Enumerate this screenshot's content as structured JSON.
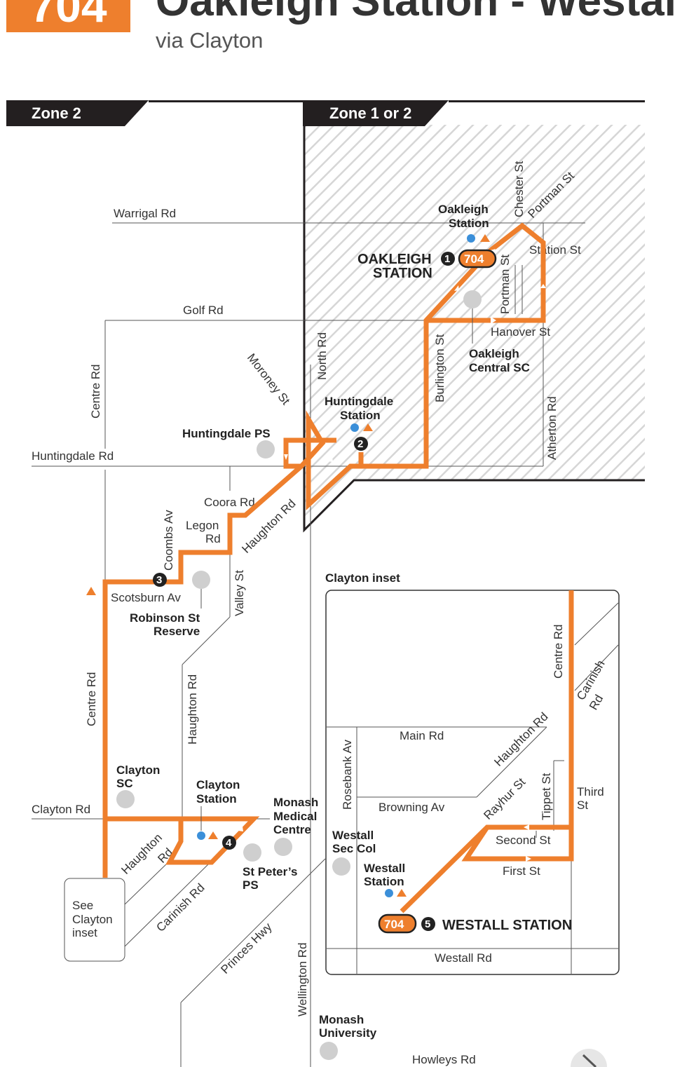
{
  "header": {
    "route_number": "704",
    "title": "Oakleigh Station - Westall Station",
    "subtitle": "via Clayton"
  },
  "zones": {
    "left": "Zone 2",
    "right": "Zone 1 or 2"
  },
  "colors": {
    "route": "#ee7f2d",
    "zone_bar": "#231f20",
    "poi": "#cfcfcf",
    "train": "#3b8fd9"
  },
  "roads": {
    "warrigal": "Warrigal Rd",
    "golf": "Golf Rd",
    "centre_north": "Centre Rd",
    "moroney": "Moroney St",
    "north": "North Rd",
    "burlington": "Burlington St",
    "chester": "Chester St",
    "portman_top": "Portman St",
    "station_st": "Station St",
    "portman_side": "Portman St",
    "hanover": "Hanover St",
    "atherton": "Atherton Rd",
    "huntingdale": "Huntingdale Rd",
    "coora": "Coora Rd",
    "legon": "Legon Rd",
    "coombs": "Coombs Av",
    "haughton_upper": "Haughton Rd",
    "scotsburn": "Scotsburn Av",
    "valley": "Valley St",
    "centre_mid": "Centre Rd",
    "haughton_mid": "Haughton Rd",
    "clayton": "Clayton Rd",
    "haughton_lower": "Haughton Rd",
    "carinish_lower": "Carinish Rd",
    "princes": "Princes Hwy",
    "wellington": "Wellington Rd",
    "howleys": "Howleys Rd"
  },
  "places": {
    "oakleigh_station": "Oakleigh Station",
    "oakleigh_central": "Oakleigh Central SC",
    "huntingdale_station": "Huntingdale Station",
    "huntingdale_ps": "Huntingdale PS",
    "robinson_reserve": "Robinson St Reserve",
    "clayton_sc": "Clayton SC",
    "clayton_station": "Clayton Station",
    "monash_medical": "Monash Medical Centre",
    "st_peters": "St Peter’s PS",
    "monash_uni": "Monash University",
    "see_inset": "See Clayton inset"
  },
  "stops": [
    {
      "num": "1",
      "name": "OAKLEIGH STATION",
      "badge": "704"
    },
    {
      "num": "2"
    },
    {
      "num": "3"
    },
    {
      "num": "4"
    },
    {
      "num": "5",
      "name": "WESTALL STATION",
      "badge": "704"
    }
  ],
  "inset": {
    "title": "Clayton inset",
    "roads": {
      "centre": "Centre Rd",
      "carinish": "Carinish Rd",
      "main": "Main Rd",
      "haughton": "Haughton Rd",
      "rosebank": "Rosebank Av",
      "rayhur": "Rayhur St",
      "tippet": "Tippet St",
      "third": "Third St",
      "browning": "Browning Av",
      "second": "Second St",
      "first": "First St",
      "westall_rd": "Westall Rd"
    },
    "places": {
      "westall_sec": "Westall Sec Col",
      "westall_station": "Westall Station"
    }
  }
}
